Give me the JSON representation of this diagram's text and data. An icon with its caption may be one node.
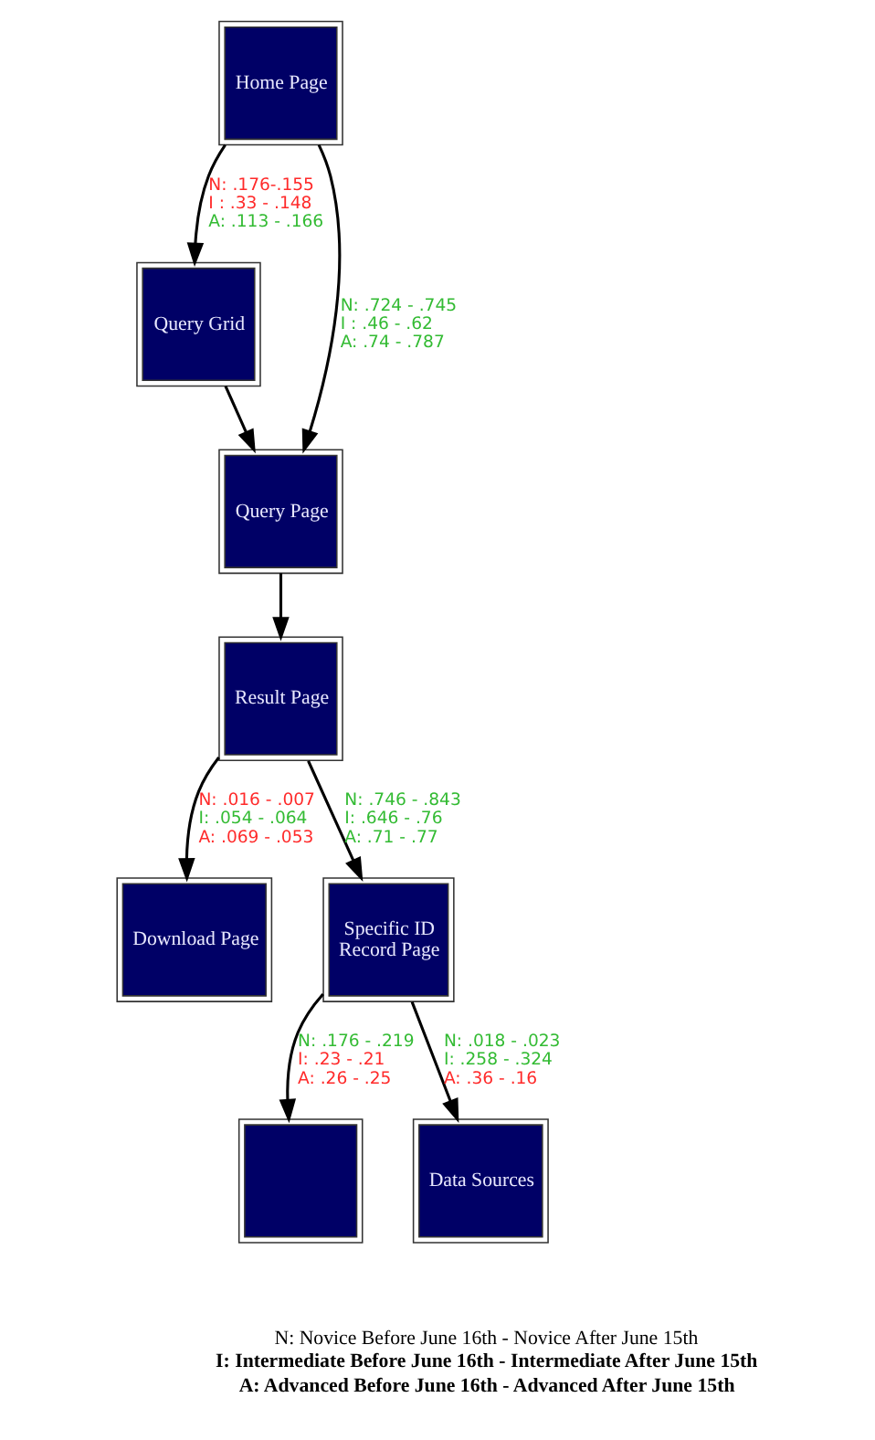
{
  "diagram": {
    "nodes": [
      {
        "text": [
          "Home Page"
        ]
      },
      {
        "text": [
          "Query Grid"
        ]
      },
      {
        "text": [
          "Query Page"
        ]
      },
      {
        "text": [
          "Result Page"
        ]
      },
      {
        "text": [
          "Download Page"
        ]
      },
      {
        "text": [
          "Specific ID Record Page"
        ]
      },
      {
        "text": [],
        "shape": "box"
      },
      {
        "text": [
          "Data Sources"
        ]
      }
    ],
    "edges": [
      {
        "from": 0,
        "to": 1,
        "arrow": "to",
        "label": "N: .176-.155 I : .33 - .148 A: .113 - .166"
      },
      {
        "from": 0,
        "to": 2,
        "arrow": "to",
        "label": "N: .724 - .745 I : .46 - .62 A: .74 - .787"
      },
      {
        "from": 1,
        "to": 2,
        "arrow": "to"
      },
      {
        "from": 2,
        "to": 3,
        "arrow": "to"
      },
      {
        "from": 3,
        "to": 4,
        "arrow": "to",
        "label": "N: .016 - .007 I: .054 - .064 A: .069 - .053"
      },
      {
        "from": 3,
        "to": 5,
        "arrow": "to",
        "label": "N: .746 - .843 I: .646 - .76 A: .71 - .77"
      },
      {
        "from": 5,
        "to": 6,
        "arrow": "to",
        "label": "N: .176 - .219 I: .23 - .21 A: .26 - .25"
      },
      {
        "from": 5,
        "to": 7,
        "arrow": "to",
        "label": "N: .018 - .023 I: .258 - .324 A: .36 - .16"
      }
    ],
    "labels": [
      "N: Novice Before June 16th - Novice After June 15th",
      "I: Intermediate Before June 16th - Intermediate After June 15th",
      "A: Advanced Before June 16th - Advanced After June 15th"
    ]
  }
}
